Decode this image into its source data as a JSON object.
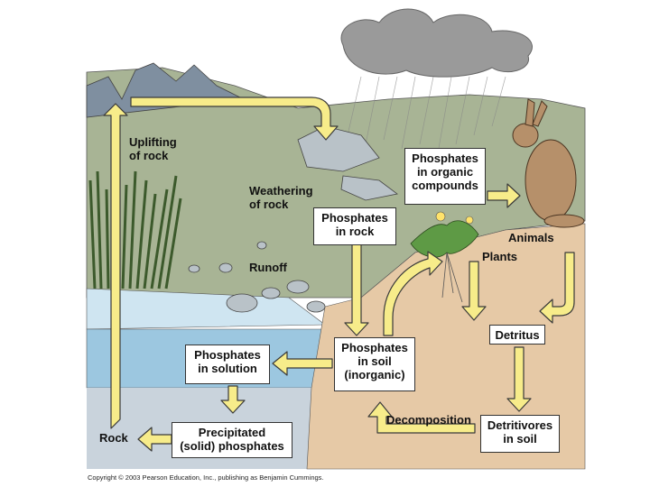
{
  "labels": {
    "uplifting": "Uplifting\nof rock",
    "weathering": "Weathering\nof rock",
    "runoff": "Runoff",
    "animals": "Animals",
    "plants": "Plants",
    "decomposition": "Decomposition",
    "rock": "Rock"
  },
  "boxes": {
    "organic": "Phosphates\nin organic\ncompounds",
    "in_rock": "Phosphates\nin rock",
    "detritus": "Detritus",
    "solution": "Phosphates\nin solution",
    "soil": "Phosphates\nin soil\n(inorganic)",
    "precipitated": "Precipitated\n(solid) phosphates",
    "detritivores": "Detritivores\nin soil"
  },
  "copyright": "Copyright © 2003 Pearson Education, Inc., publishing as Benjamin Cummings.",
  "colors": {
    "arrow": "#f7ec8a",
    "arrow_outline": "#3a3a3a",
    "sky": "#ffffff",
    "land": "#9fb08a",
    "soil": "#e6c9a6",
    "water": "#9cc7e0"
  }
}
